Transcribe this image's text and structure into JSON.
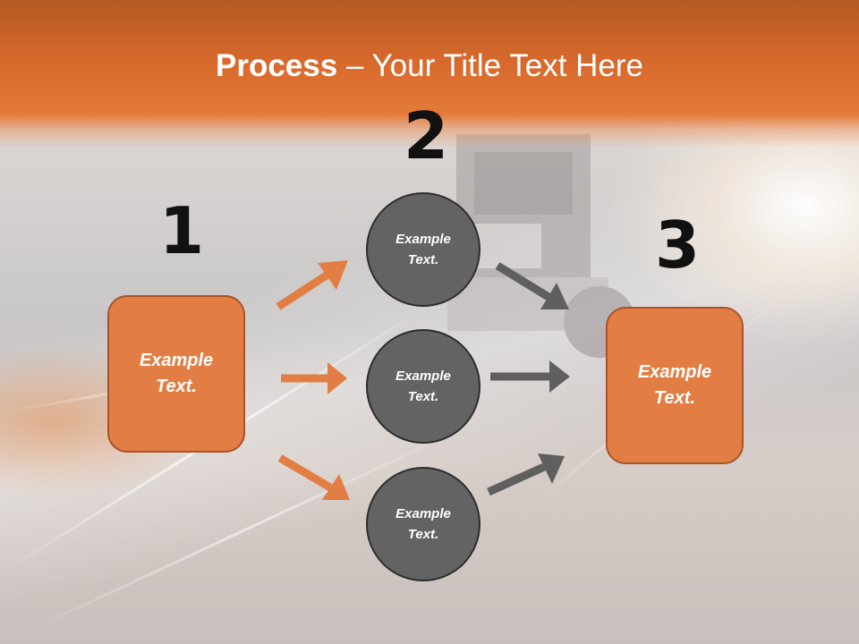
{
  "title": {
    "bold": "Process",
    "rest": " – Your Title Text Here"
  },
  "numbers": {
    "one": "1",
    "two": "2",
    "three": "3"
  },
  "left_box": {
    "text": "Example\nText."
  },
  "right_box": {
    "text": "Example\nText."
  },
  "circles": [
    {
      "text": "Example\nText."
    },
    {
      "text": "Example\nText."
    },
    {
      "text": "Example\nText."
    }
  ],
  "colors": {
    "accent_orange": "#e27e44",
    "circle_gray": "#636363",
    "arrow_gray": "#5f5f5f",
    "header_orange": "#d8692c"
  }
}
